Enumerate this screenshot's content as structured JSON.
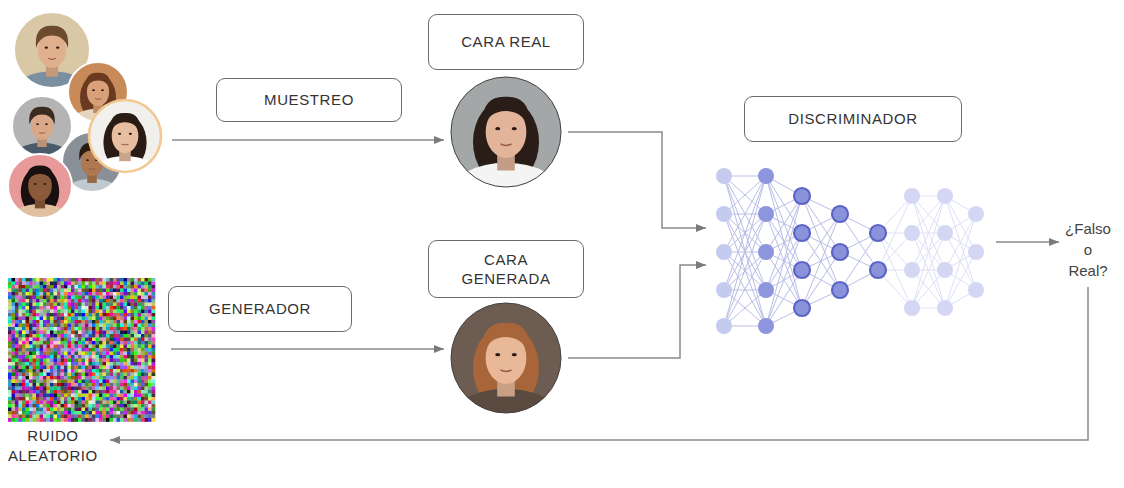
{
  "diagram": {
    "nodes": [
      {
        "text": [
          "MUESTREO"
        ]
      },
      {
        "text": [
          "CARA REAL"
        ]
      },
      {
        "text": [
          "DISCRIMINADOR"
        ]
      },
      {
        "text": [
          "GENERADOR"
        ]
      },
      {
        "text": [
          "CARA GENERADA"
        ]
      },
      {
        "text": [
          "RUIDO ALEATORIO"
        ]
      }
    ],
    "edges": [
      {
        "from": 5,
        "to": 4,
        "arrow": "to"
      },
      {
        "from": 1,
        "to": 2,
        "arrow": "to"
      },
      {
        "from": 4,
        "to": 2,
        "arrow": "to"
      }
    ],
    "labels": [
      "¿Falso o Real?"
    ]
  }
}
